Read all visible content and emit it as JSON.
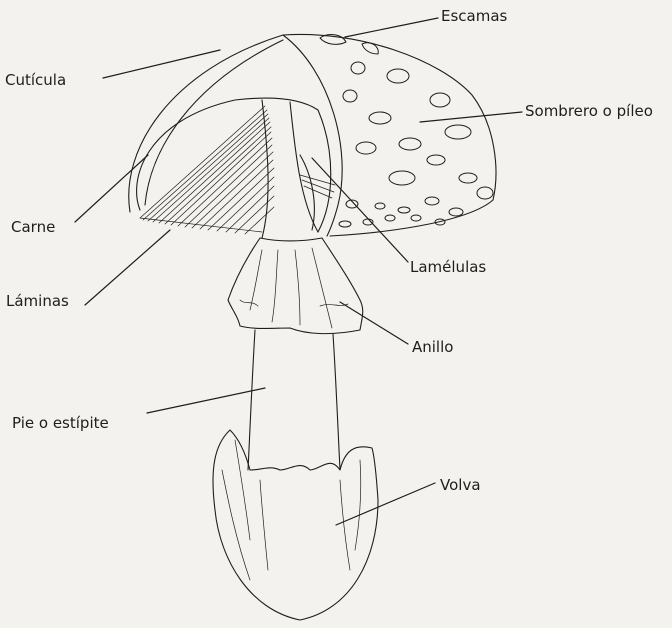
{
  "labels": {
    "escamas": "Escamas",
    "cuticula": "Cutícula",
    "sombrero": "Sombrero o píleo",
    "carne": "Carne",
    "lamelulas": "Lamélulas",
    "laminas": "Láminas",
    "anillo": "Anillo",
    "pie": "Pie o estípite",
    "volva": "Volva"
  },
  "colors": {
    "background": "#f4f2ef",
    "ink": "#1e1e1e"
  }
}
